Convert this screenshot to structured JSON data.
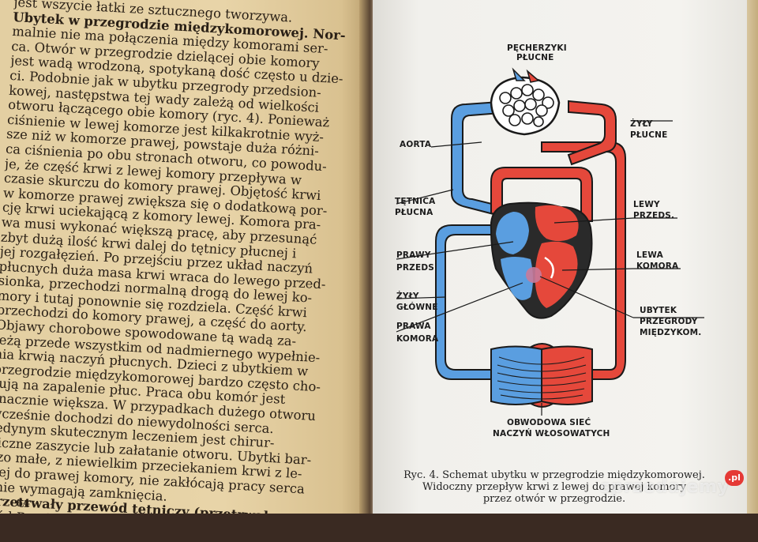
{
  "left_page": {
    "lines": [
      {
        "text": "jest wszycie łatki ze sztucznego tworzywa.",
        "bold": false
      },
      {
        "text": "Ubytek w przegrodzie międzykomorowej. Nor-",
        "bold": true
      },
      {
        "text": "malnie nie ma połączenia między komorami ser-",
        "bold": false
      },
      {
        "text": "ca. Otwór w przegrodzie dzielącej obie komory",
        "bold": false
      },
      {
        "text": "jest wadą wrodzoną, spotykaną dość często u dzie-",
        "bold": false
      },
      {
        "text": "ci. Podobnie jak w ubytku przegrody przedsion-",
        "bold": false
      },
      {
        "text": "kowej, następstwa tej wady zależą od wielkości",
        "bold": false
      },
      {
        "text": "otworu łączącego obie komory (ryc. 4). Ponieważ",
        "bold": false
      },
      {
        "text": "ciśnienie w lewej komorze jest kilkakrotnie wyż-",
        "bold": false
      },
      {
        "text": "sze niż w komorze prawej, powstaje duża różni-",
        "bold": false
      },
      {
        "text": "ca ciśnienia po obu stronach otworu, co powodu-",
        "bold": false
      },
      {
        "text": "je, że część krwi z lewej komory przepływa w",
        "bold": false
      },
      {
        "text": "czasie skurczu do komory prawej. Objętość krwi",
        "bold": false
      },
      {
        "text": "w komorze prawej zwiększa się o dodatkową por-",
        "bold": false
      },
      {
        "text": "cję krwi uciekającą z komory lewej. Komora pra-",
        "bold": false
      },
      {
        "text": "wa musi wykonać większą pracę, aby przesunąć",
        "bold": false
      },
      {
        "text": "zbyt dużą ilość krwi dalej do tętnicy płucnej i",
        "bold": false
      },
      {
        "text": "jej rozgałęzień. Po przejściu przez układ naczyń",
        "bold": false
      },
      {
        "text": "płucnych duża masa krwi wraca do lewego przed-",
        "bold": false
      },
      {
        "text": "sionka, przechodzi normalną drogą do lewej ko-",
        "bold": false
      },
      {
        "text": "mory i tutaj ponownie się rozdziela. Część krwi",
        "bold": false
      },
      {
        "text": "przechodzi do komory prawej, a część do aorty.",
        "bold": false
      },
      {
        "text": "Objawy chorobowe spowodowane tą wadą za-",
        "bold": false
      },
      {
        "text": "leżą przede wszystkim od nadmiernego wypełnie-",
        "bold": false
      },
      {
        "text": "nia krwią naczyń płucnych. Dzieci z ubytkiem w",
        "bold": false
      },
      {
        "text": "przegrodzie międzykomorowej bardzo często cho-",
        "bold": false
      },
      {
        "text": "rują na zapalenie płuc. Praca obu komór jest",
        "bold": false
      },
      {
        "text": "znacznie większa. W przypadkach dużego otworu",
        "bold": false
      },
      {
        "text": "wcześnie dochodzi do niewydolności serca.",
        "bold": false
      },
      {
        "text": "Jedynym skutecznym leczeniem jest chirur-",
        "bold": false
      },
      {
        "text": "giczne zaszycie lub załatanie otworu. Ubytki bar-",
        "bold": false
      },
      {
        "text": "dzo małe, z niewielkim przeciekaniem krwi z le-",
        "bold": false
      },
      {
        "text": "wej do prawej komory, nie zakłócają pracy serca",
        "bold": false
      },
      {
        "text": "i nie wymagają zamknięcia.",
        "bold": false
      },
      {
        "text": "Przetrwały przewód tętniczy (przetrwały prze-",
        "bold": true
      },
      {
        "text": "wód Botalla). W życiu płodowym istnieje połą-",
        "bold": false
      }
    ],
    "page_number": "64"
  },
  "diagram": {
    "labels": {
      "pecherzyki_1": "PĘCHERZYKI",
      "pecherzyki_2": "PŁUCNE",
      "zyly_plucne_1": "ŻYŁY",
      "zyly_plucne_2": "PŁUCNE",
      "aorta": "AORTA",
      "tetnica_1": "TĘTNICA",
      "tetnica_2": "PŁUCNA",
      "lewy_1": "LEWY",
      "lewy_2": "PRZEDS.",
      "prawy_1": "PRAWY",
      "prawy_2": "PRZEDS.",
      "lewa_1": "LEWA",
      "lewa_2": "KOMORA",
      "zyly_glowne_1": "ŻYŁY",
      "zyly_glowne_2": "GŁÓWNE",
      "prawa_1": "PRAWA",
      "prawa_2": "KOMORA",
      "ubytek_1": "UBYTEK",
      "ubytek_2": "PRZEGRODY",
      "ubytek_3": "MIĘDZYKOM.",
      "obwodowa_1": "OBWODOWA SIEĆ",
      "obwodowa_2": "NACZYŃ WŁOSOWATYCH"
    },
    "colors": {
      "oxygenated": "#e5483b",
      "deoxygenated": "#5a9ee0",
      "outline": "#1a1a1a"
    }
  },
  "caption": {
    "line1": "Ryc. 4. Schemat ubytku w przegrodzie międzykomorowej.",
    "line2": "Widoczny przepływ krwi z lewej do prawej komory",
    "line3": "przez otwór w przegrodzie."
  },
  "watermark": {
    "text": "sprzedajemy",
    "badge": ".pl"
  }
}
